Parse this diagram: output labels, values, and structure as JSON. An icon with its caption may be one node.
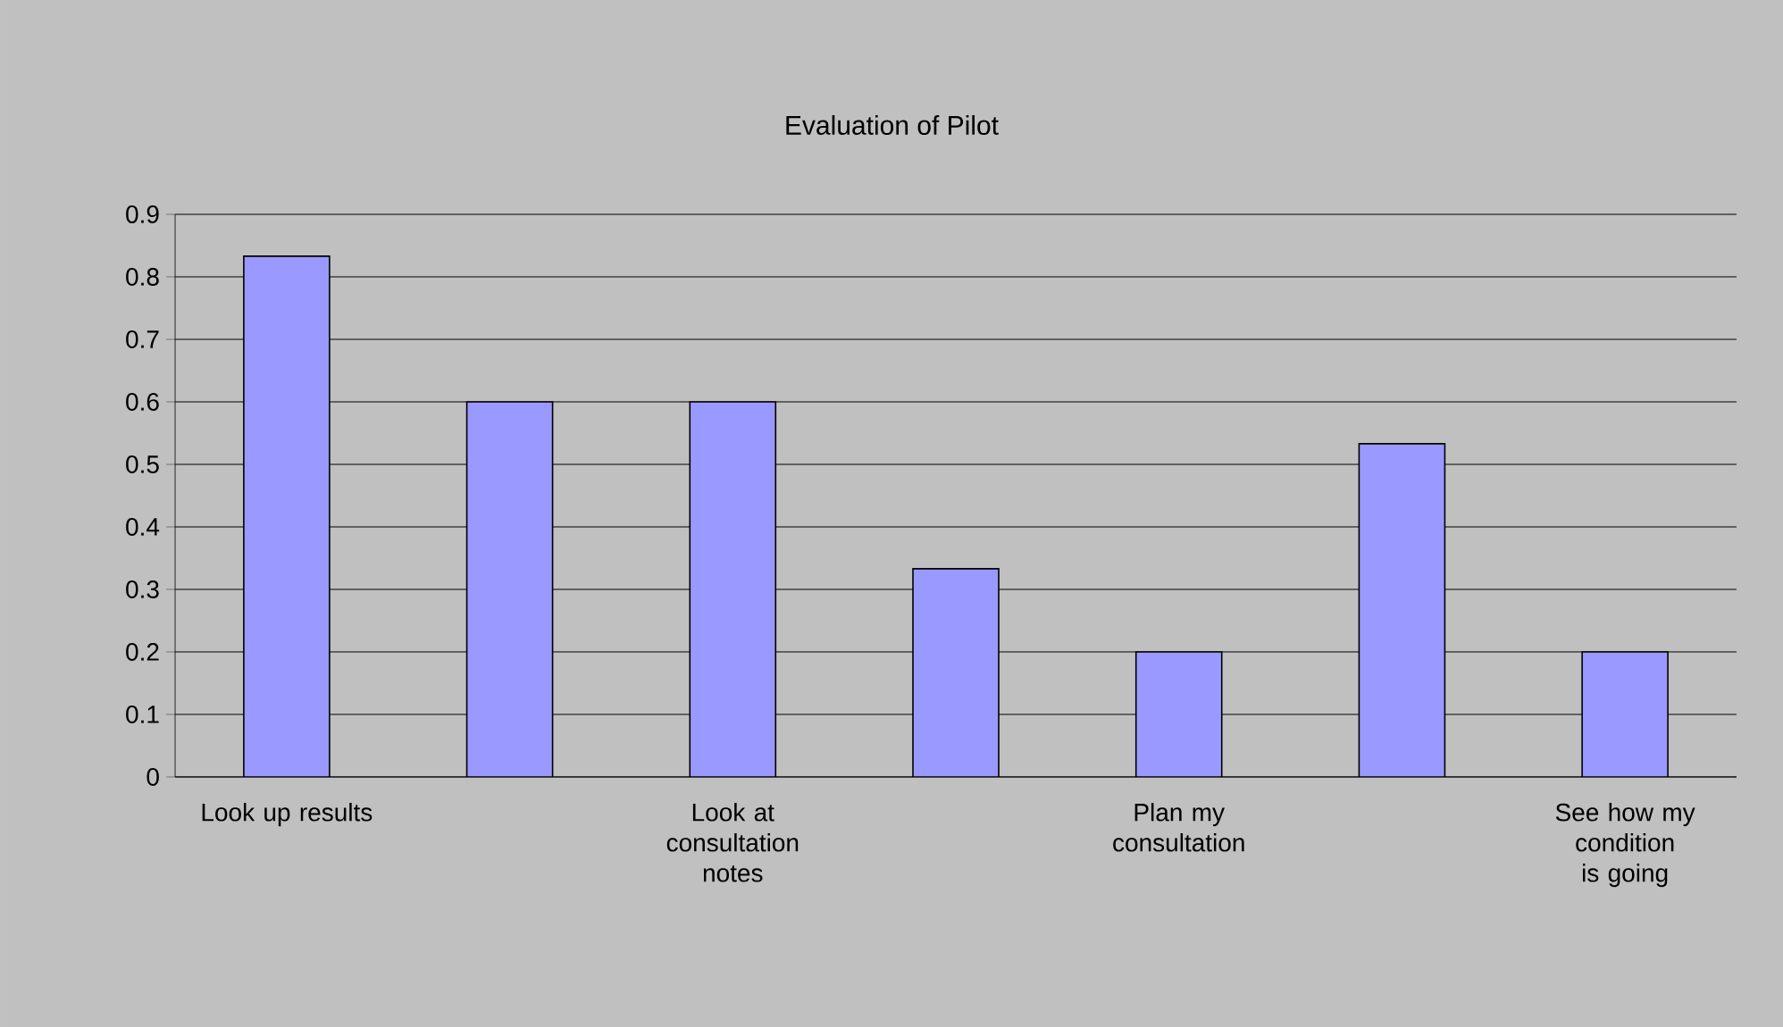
{
  "diagram": {
    "chart_data": {
      "type": "bar",
      "title": "Evaluation of Pilot",
      "categories": [
        "Look up results",
        null,
        "Look at consultation notes",
        null,
        "Plan my consultation",
        null,
        "See how my condition is going"
      ],
      "series": [
        {
          "color": "#9999ff",
          "values": [
            0.833,
            0.6,
            0.6,
            0.333,
            0.2,
            0.533,
            0.2
          ]
        }
      ],
      "ylim": [
        0,
        0.9
      ],
      "grid": true,
      "yticks": [
        0,
        0.1,
        0.2,
        0.3,
        0.4,
        0.5,
        0.6,
        0.7,
        0.8,
        0.9
      ]
    }
  }
}
